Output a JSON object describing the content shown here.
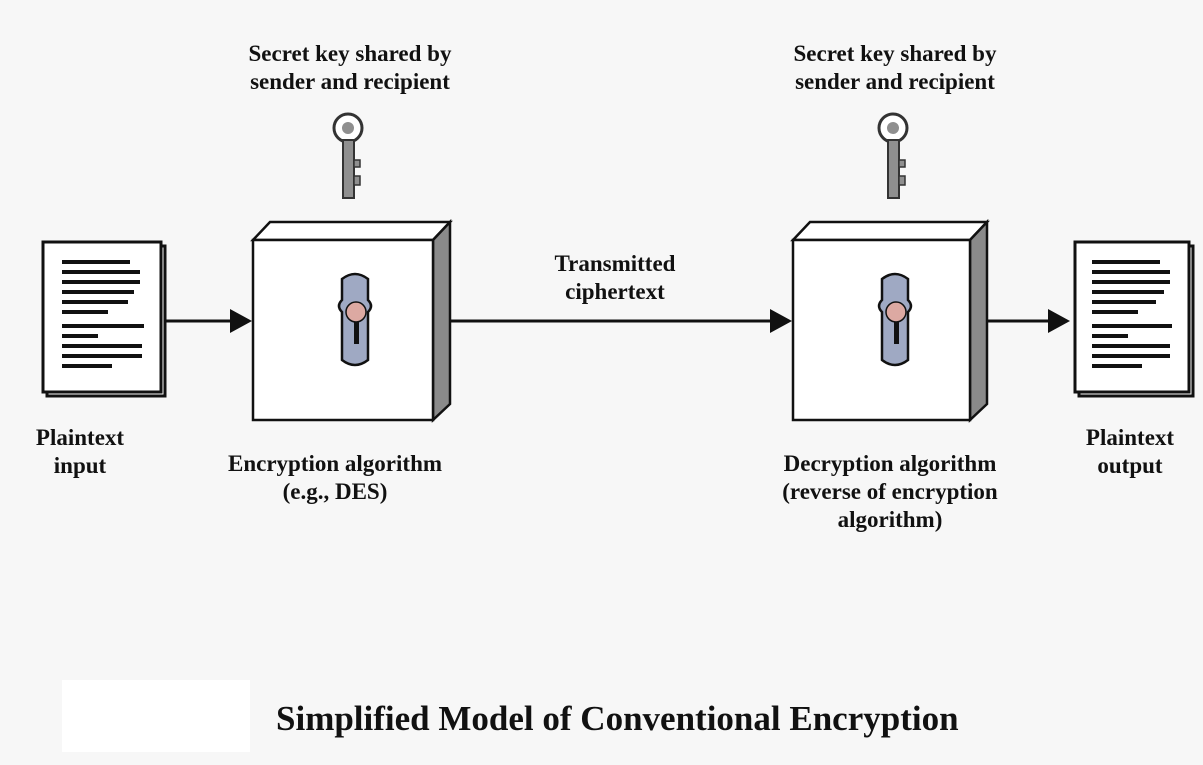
{
  "title": "Simplified Model of Conventional Encryption",
  "labels": {
    "key_left": [
      "Secret key shared by",
      "sender and recipient"
    ],
    "key_right": [
      "Secret key shared by",
      "sender and recipient"
    ],
    "plaintext_input": [
      "Plaintext",
      "input"
    ],
    "encryption": [
      "Encryption algorithm",
      "(e.g., DES)"
    ],
    "transmitted": [
      "Transmitted",
      "ciphertext"
    ],
    "decryption": [
      "Decryption algorithm",
      "(reverse of encryption",
      "algorithm)"
    ],
    "plaintext_output": [
      "Plaintext",
      "output"
    ]
  },
  "icons": {
    "document": "document-icon",
    "key": "key-icon",
    "box": "algorithm-box",
    "lock": "keyhole-icon",
    "arrow": "arrow"
  },
  "colors": {
    "box_face": "#ffffff",
    "box_side": "#8a8a8a",
    "lock_plate": "#9fa9c3",
    "lock_hole": "#dca9a2",
    "key": "#8f8f8f",
    "line": "#111111"
  }
}
